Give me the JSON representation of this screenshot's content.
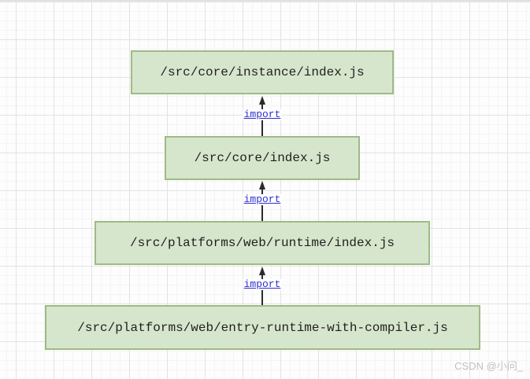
{
  "colors": {
    "node-fill": "#d6e6cc",
    "node-border": "#9dbb85",
    "node-text": "#1f1f1f",
    "edge-label": "#2f2fd0",
    "arrow": "#2b2b2b",
    "grid-minor": "#f4f4f4",
    "grid-major": "#e3e3e3",
    "watermark": "#c0c0c0"
  },
  "diagram": {
    "nodes": [
      {
        "label": "/src/core/instance/index.js"
      },
      {
        "label": "/src/core/index.js"
      },
      {
        "label": "/src/platforms/web/runtime/index.js"
      },
      {
        "label": "/src/platforms/web/entry-runtime-with-compiler.js"
      }
    ],
    "edges": [
      {
        "label": "import"
      },
      {
        "label": "import"
      },
      {
        "label": "import"
      }
    ]
  },
  "watermark": {
    "text": "CSDN @小问_"
  }
}
